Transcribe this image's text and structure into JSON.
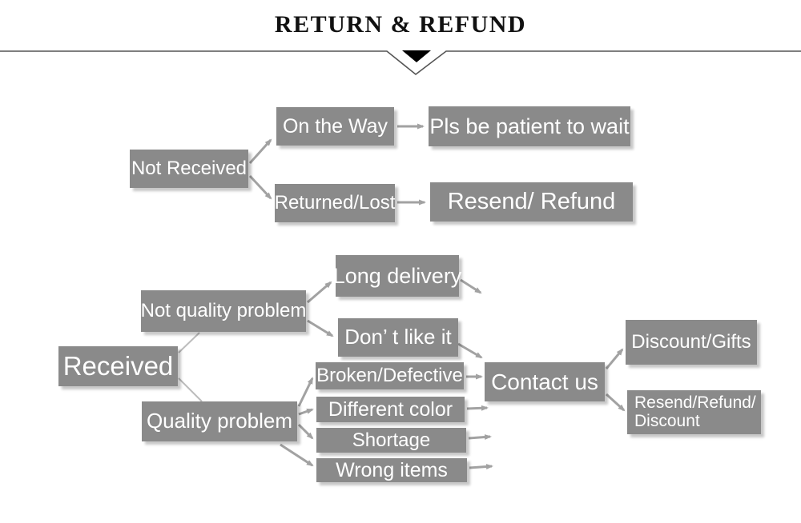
{
  "header": {
    "title": "RETURN & REFUND"
  },
  "colors": {
    "box_fill": "#8a8a8a",
    "box_text": "#ffffff",
    "arrow": "#a2a2a2",
    "connector": "#bdbdbd",
    "header_text": "#111111",
    "divider_line": "#555555",
    "triangle": "#000000"
  },
  "icons": {
    "down_triangle": "divider pointer triangle"
  },
  "nodes": {
    "not_received": "Not Received",
    "on_the_way": "On the Way",
    "pls_wait": "Pls be patient to wait",
    "returned_lost": "Returned/Lost",
    "resend_refund": "Resend/ Refund",
    "received": "Received",
    "not_quality_problem": "Not quality problem",
    "long_delivery": "Long delivery",
    "dont_like_it": "Don’ t like it",
    "quality_problem": "Quality problem",
    "broken_defective": "Broken/Defective",
    "different_color": "Different color",
    "shortage": "Shortage",
    "wrong_items": "Wrong items",
    "contact_us": "Contact us",
    "discount_gifts": "Discount/Gifts",
    "resend_refund_discount": {
      "line1": "Resend/Refund/",
      "line2": "Discount"
    }
  },
  "edges": [
    "Not Received -> On the Way",
    "Not Received -> Returned/Lost",
    "On the Way -> Pls be patient to wait",
    "Returned/Lost -> Resend/ Refund",
    "Received -> Not quality problem",
    "Received -> Quality problem",
    "Not quality problem -> Long delivery",
    "Not quality problem -> Don’ t like it",
    "Long delivery -> Contact us",
    "Don’ t like it -> Contact us",
    "Quality problem -> Broken/Defective",
    "Quality problem -> Different color",
    "Quality problem -> Shortage",
    "Quality problem -> Wrong items",
    "Broken/Defective -> Contact us",
    "Different color -> Contact us",
    "Shortage -> Contact us",
    "Wrong items -> Contact us",
    "Contact us -> Discount/Gifts",
    "Contact us -> Resend/Refund/Discount"
  ]
}
